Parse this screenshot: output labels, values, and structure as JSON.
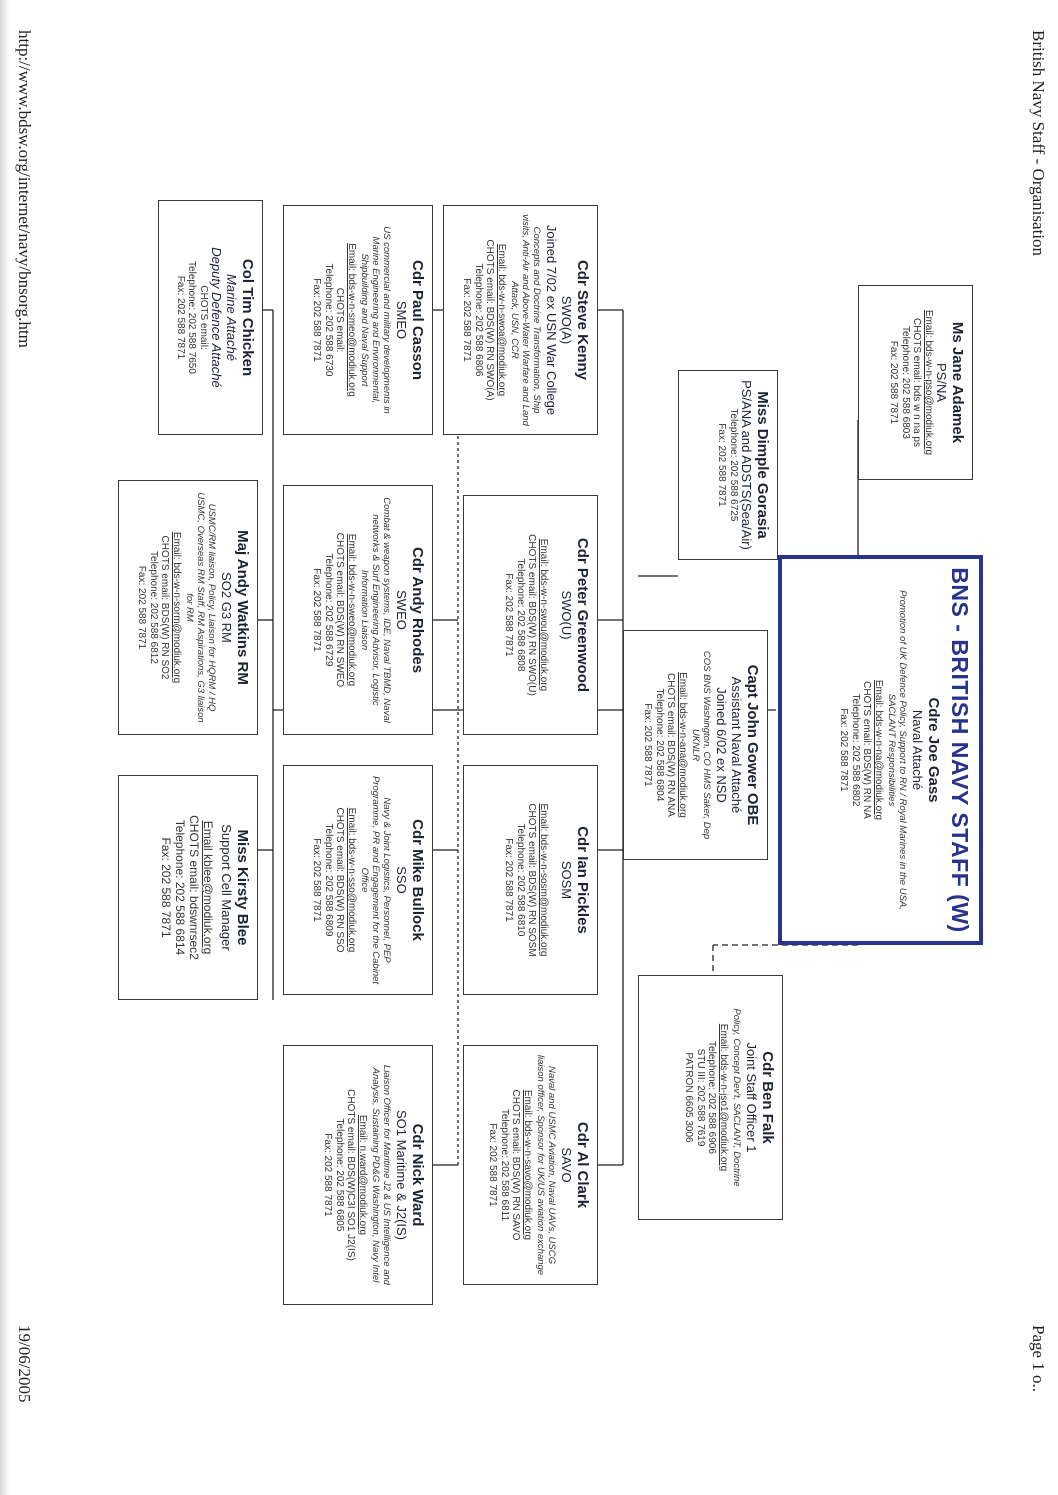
{
  "header": {
    "doc_title": "British Navy Staff - Organisation",
    "page": "Page 1 o..",
    "url": "http://www.bdsw.org/internet/navy/bnsorg.htm",
    "date": "19/06/2005"
  },
  "chart_title": "BNS - BRITISH NAVY STAFF (W)",
  "boxes": {
    "joe": {
      "name": "Cdre Joe Gass",
      "role": "Naval Attaché",
      "desc": "Promotion of UK Defence Policy, Support to RN / Royal Marines in the USA, SACLANT Responsibilities",
      "contact": [
        "Email: bds-w-n-na@modiuk.org",
        "CHOTS email: BDS(W) RN NA",
        "Telephone: 202 588 6802",
        "Fax: 202 588 7871"
      ]
    },
    "jane": {
      "name": "Ms Jane Adamek",
      "role": "PS/NA",
      "contact": [
        "Email: bds-w-n-pso@modiuk.org",
        "CHOTS email: bds w n na ps",
        "Telephone: 202 588 6803",
        "Fax: 202 588 7871"
      ]
    },
    "dimple": {
      "name": "Miss Dimple Gorasia",
      "role": "PS/ANA and ADSTS(Sea/Air)",
      "contact": [
        "Telephone: 202 588 6725",
        "Fax: 202 588 7871"
      ]
    },
    "john": {
      "name": "Capt John Gower OBE",
      "role": "Assistant Naval Attaché",
      "role2": "Joined 6/02 ex NSD",
      "desc": "COS BNS Washington, CO HMS Saker, Dep UKNLR",
      "contact": [
        "Email: bds-w-n-ana@modiuk.org",
        "CHOTS email: BDS(W) RN ANA",
        "Telephone: 202 588 6804",
        "Fax: 202 588 7871"
      ]
    },
    "ben": {
      "name": "Cdr Ben Falk",
      "role": "Joint Staff Officer 1",
      "desc": "Policy, Concept Dev't, SACLANT, Doctrine",
      "contact": [
        "Email: bds-w-n-jso1@modiuk.org",
        "Telephone: 202 588 6906",
        "STU III: 202 588 7619",
        "PATRON 6605 3006"
      ]
    },
    "steve": {
      "name": "Cdr Steve Kenny",
      "role": "SWO(A)",
      "role2": "Joined 7/02 ex USN War College",
      "desc": "Concepts and Doctrine Transformation, Ship visits, Anti-Air and Above-Water Warfare and Land Attack, USN, CCR",
      "contact": [
        "Email: bds-w-n-swoa@modiuk.org",
        "CHOTS email: BDS(W) RN SWO(A)",
        "Telephone: 202 588 6806",
        "Fax: 202 588 7871"
      ]
    },
    "peter": {
      "name": "Cdr Peter Greenwood",
      "role": "SWO(U)",
      "contact": [
        "Email: bds-w-n-swou@modiuk.org",
        "CHOTS email: BDS(W) RN SWO(U)",
        "Telephone: 202 588 6808",
        "Fax: 202 588 7871"
      ]
    },
    "ian": {
      "name": "Cdr Ian Pickles",
      "role": "SOSM",
      "contact": [
        "Email: bds-w-n-sosm@modiuk.org",
        "CHOTS email: BDS(W) RN SOSM",
        "Telephone: 202 588 6810",
        "Fax: 202 588 7871"
      ]
    },
    "al": {
      "name": "Cdr Al Clark",
      "role": "SAVO",
      "desc": "Naval and USMC Aviation, Naval UAVs, USCG liaison officer, Sponsor for UK/US aviation exchange",
      "contact": [
        "Email: bds-w-n-savo@modiuk.org",
        "CHOTS email: BDS(W) RN SAVO",
        "Telephone: 202 588 6811",
        "Fax: 202 588 7871"
      ]
    },
    "paul": {
      "name": "Cdr Paul Casson",
      "role": "SMEO",
      "desc": "US commercial and military developments in Marine Engineering and Environmental, Shipbuilding and Naval Support",
      "contact": [
        "Email: bds-w-n-smeo@modiuk.org",
        "CHOTS email:",
        "Telephone: 202 588 6730",
        "Fax: 202 588 7871"
      ]
    },
    "andy": {
      "name": "Cdr Andy Rhodes",
      "role": "SWEO",
      "desc": "Combat & weapon systems, IDE, Naval TBMD, Naval networks & Surf Engineering Advisor, Logistic Information Liaison",
      "contact": [
        "Email: bds-w-n-sweo@modiuk.org",
        "CHOTS email: BDS(W) RN SWEO",
        "Telephone: 202 588 6729",
        "Fax: 202 588 7871"
      ]
    },
    "mike": {
      "name": "Cdr Mike Bullock",
      "role": "SSO",
      "desc": "Navy & Joint Logistics, Personnel, PEP Programme, PR and Engagement for the Cabinet Office",
      "contact": [
        "Email: bds-w-n-sso@modiuk.org",
        "CHOTS email: BDS(W) RN SSO",
        "Telephone: 202 588 6809",
        "Fax: 202 588 7871"
      ]
    },
    "nick": {
      "name": "Cdr Nick Ward",
      "role": "SO1 Maritime & J2(IS)",
      "desc": "Liaison Officer for Maritime J2 & US Intelligence and Analysis, Sustaining PD&G Washington, Navy Intel",
      "contact": [
        "Email: n.ward@modiuk.org",
        "CHOTS email: BDS(W)C3I SO1 J2(IS)",
        "Telephone: 202 588 6805",
        "Fax: 202 588 7871"
      ]
    },
    "tim": {
      "name": "Col Tim Chicken",
      "role": "Marine Attaché",
      "role2": "Deputy Defence Attaché",
      "contact": [
        "CHOTS email:",
        "Telephone: 202 588 7650",
        "Fax: 202 588 7871"
      ]
    },
    "watkins": {
      "name": "Maj Andy Watkins RM",
      "role": "SO2 G3 RM",
      "desc": "USMC/RM liaison, Policy, Liaison for HQRM / HQ USMC, Overseas RM Staff, RM Aspirations, G3 liaison for RM",
      "contact": [
        "Email: bds-w-n-sorm@modiuk.org",
        "CHOTS email: BDS(W) RN SO2",
        "Telephone: 202 588 6812",
        "Fax: 202 588 7871"
      ]
    },
    "kirsty": {
      "name": "Miss Kirsty Blee",
      "role": "Support Cell Manager",
      "contact": [
        "Email kblee@modiuk.org",
        "CHOTS email: bdswnrsec2",
        "Telephone: 202 588 6814",
        "Fax: 202 588 7871"
      ]
    }
  }
}
